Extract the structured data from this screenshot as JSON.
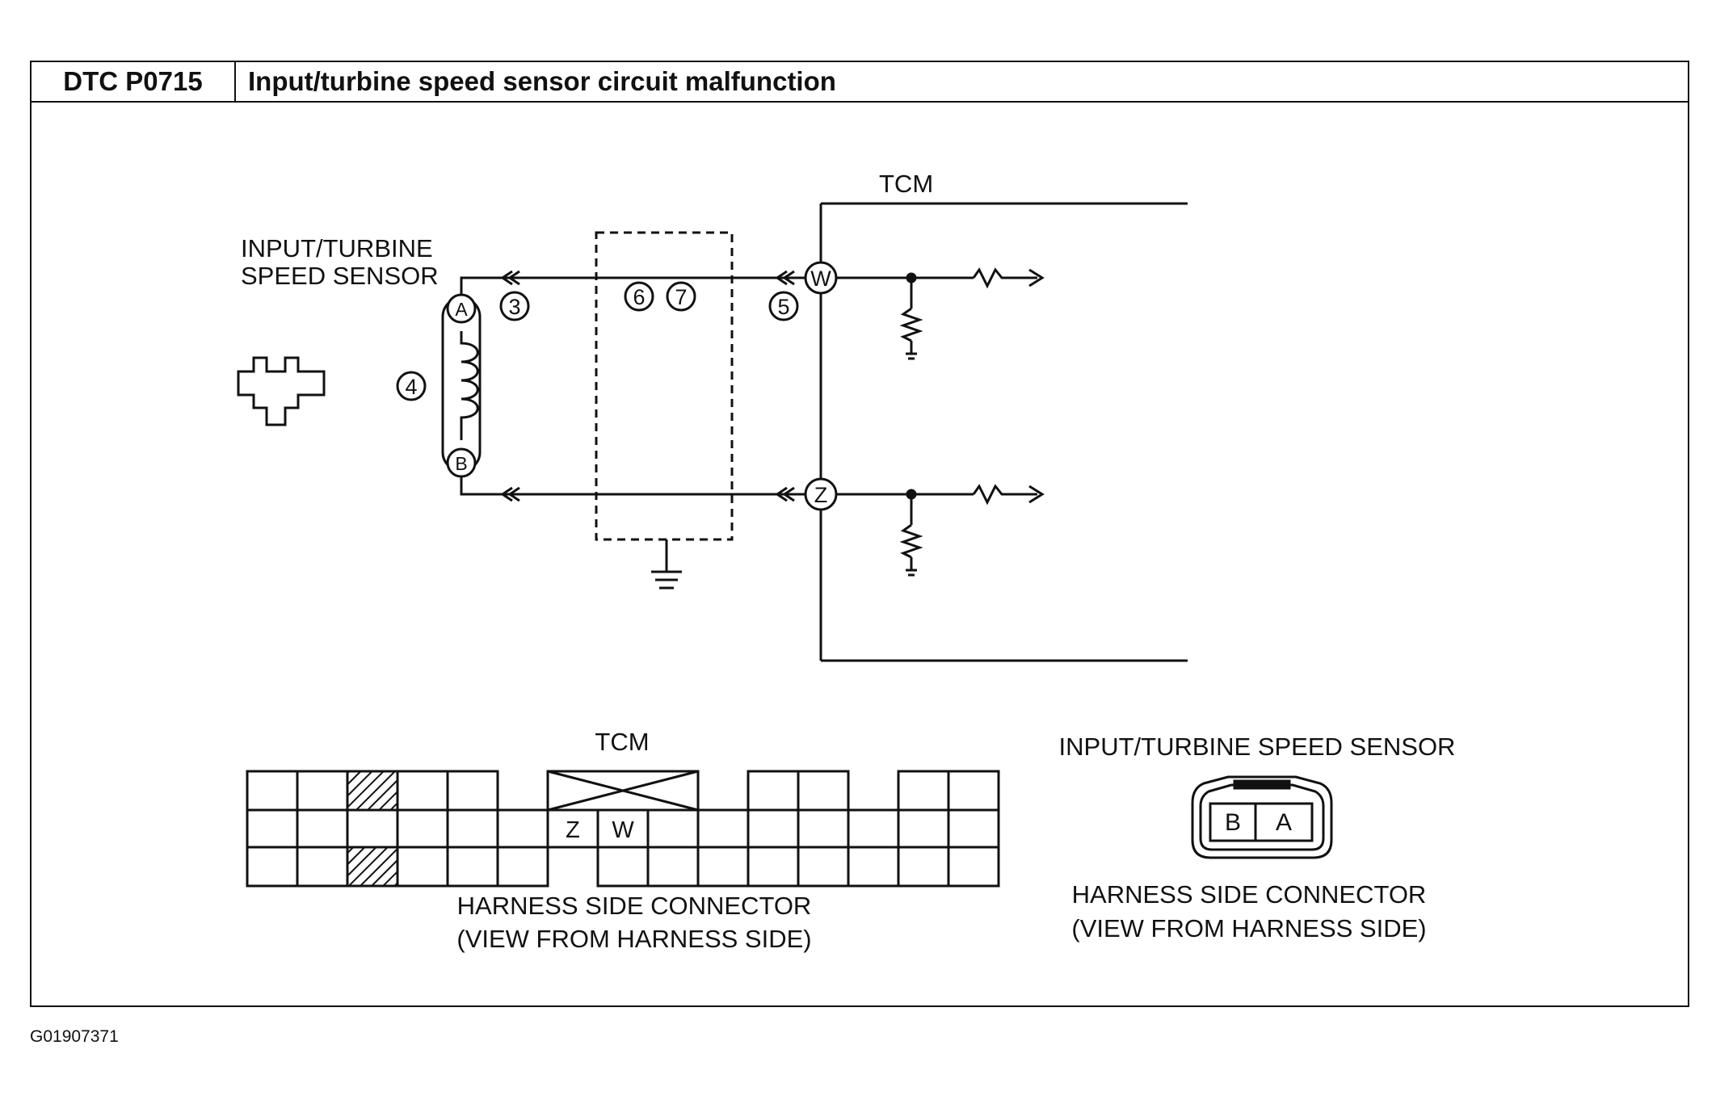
{
  "header": {
    "dtc_code": "DTC P0715",
    "title": "Input/turbine speed sensor circuit malfunction"
  },
  "schematic": {
    "tcm_label": "TCM",
    "sensor_label_line1": "INPUT/TURBINE",
    "sensor_label_line2": "SPEED SENSOR",
    "terminals": {
      "sensor_a": "A",
      "sensor_b": "B",
      "tcm_w": "W",
      "tcm_z": "Z"
    },
    "steps": {
      "step3": "3",
      "step4": "4",
      "step5": "5",
      "step6": "6",
      "step7": "7"
    }
  },
  "tcm_connector": {
    "label": "TCM",
    "pin_z": "Z",
    "pin_w": "W",
    "caption_line1": "HARNESS SIDE CONNECTOR",
    "caption_line2": "(VIEW FROM  HARNESS SIDE)"
  },
  "sensor_connector": {
    "label": "INPUT/TURBINE SPEED SENSOR",
    "pin_b": "B",
    "pin_a": "A",
    "caption_line1": "HARNESS SIDE CONNECTOR",
    "caption_line2": "(VIEW FROM  HARNESS SIDE)"
  },
  "figure_id": "G01907371"
}
